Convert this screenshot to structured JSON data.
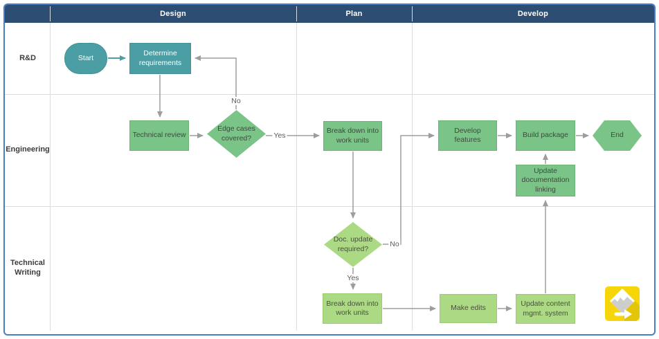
{
  "diagram": {
    "type": "cross-functional-flowchart",
    "columns": [
      {
        "label": "Design"
      },
      {
        "label": "Plan"
      },
      {
        "label": "Develop"
      }
    ],
    "lanes": [
      {
        "label": "R&D"
      },
      {
        "label": "Engineering"
      },
      {
        "label": "Technical Writing"
      }
    ],
    "nodes": {
      "start": {
        "label": "Start",
        "shape": "start-terminator",
        "lane": "R&D",
        "phase": "Design"
      },
      "determine_requirements": {
        "label": "Determine requirements",
        "shape": "process",
        "lane": "R&D",
        "phase": "Design"
      },
      "technical_review": {
        "label": "Technical review",
        "shape": "process",
        "lane": "Engineering",
        "phase": "Design"
      },
      "edge_cases_covered": {
        "label": "Edge cases covered?",
        "shape": "decision",
        "lane": "Engineering",
        "phase": "Design"
      },
      "break_down_work_eng": {
        "label": "Break down into work units",
        "shape": "process",
        "lane": "Engineering",
        "phase": "Plan"
      },
      "develop_features": {
        "label": "Develop features",
        "shape": "process",
        "lane": "Engineering",
        "phase": "Develop"
      },
      "build_package": {
        "label": "Build package",
        "shape": "process",
        "lane": "Engineering",
        "phase": "Develop"
      },
      "end": {
        "label": "End",
        "shape": "end-terminator",
        "lane": "Engineering",
        "phase": "Develop"
      },
      "update_documentation_linking": {
        "label": "Update documentation linking",
        "shape": "process",
        "lane": "Engineering",
        "phase": "Develop"
      },
      "doc_update_required": {
        "label": "Doc. update required?",
        "shape": "decision",
        "lane": "Technical Writing",
        "phase": "Plan"
      },
      "break_down_work_tw": {
        "label": "Break down into work units",
        "shape": "process",
        "lane": "Technical Writing",
        "phase": "Plan"
      },
      "make_edits": {
        "label": "Make edits",
        "shape": "process",
        "lane": "Technical Writing",
        "phase": "Develop"
      },
      "update_content_mgmt": {
        "label": "Update content mgmt. system",
        "shape": "process",
        "lane": "Technical Writing",
        "phase": "Develop"
      }
    },
    "edges": [
      {
        "from": "start",
        "to": "determine_requirements",
        "label": ""
      },
      {
        "from": "determine_requirements",
        "to": "technical_review",
        "label": ""
      },
      {
        "from": "technical_review",
        "to": "edge_cases_covered",
        "label": ""
      },
      {
        "from": "edge_cases_covered",
        "to": "determine_requirements",
        "label": "No"
      },
      {
        "from": "edge_cases_covered",
        "to": "break_down_work_eng",
        "label": "Yes"
      },
      {
        "from": "break_down_work_eng",
        "to": "doc_update_required",
        "label": ""
      },
      {
        "from": "doc_update_required",
        "to": "develop_features",
        "label": "No"
      },
      {
        "from": "doc_update_required",
        "to": "break_down_work_tw",
        "label": "Yes"
      },
      {
        "from": "break_down_work_tw",
        "to": "make_edits",
        "label": ""
      },
      {
        "from": "make_edits",
        "to": "update_content_mgmt",
        "label": ""
      },
      {
        "from": "update_content_mgmt",
        "to": "update_documentation_linking",
        "label": ""
      },
      {
        "from": "update_documentation_linking",
        "to": "build_package",
        "label": ""
      },
      {
        "from": "develop_features",
        "to": "build_package",
        "label": ""
      },
      {
        "from": "build_package",
        "to": "end",
        "label": ""
      }
    ],
    "edge_labels": {
      "no_edge_cases": "No",
      "yes_edge_cases": "Yes",
      "no_doc_update": "No",
      "yes_doc_update": "Yes"
    },
    "colors": {
      "header_bg": "#2e4d72",
      "frame_border": "#4a7dc4",
      "teal_shape": "#4a9ea4",
      "green_shape": "#7ac488",
      "light_green_shape": "#acd983",
      "connector": "#9d9d9d",
      "logo_yellow": "#f6d60a"
    }
  }
}
